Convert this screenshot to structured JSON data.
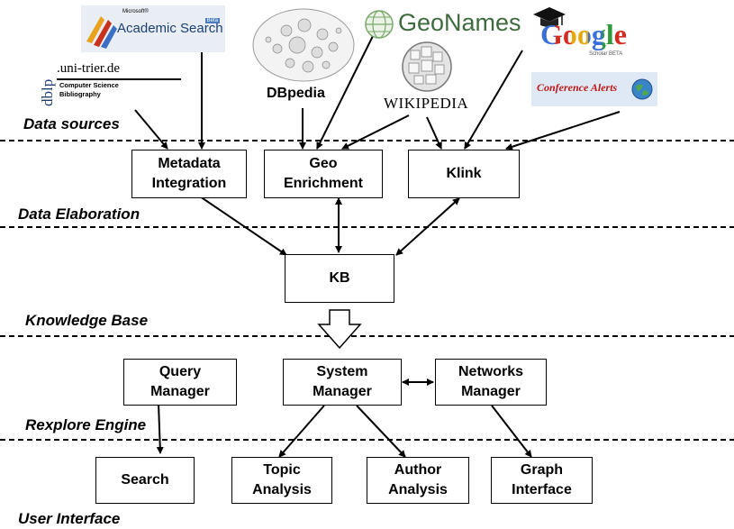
{
  "sources": {
    "microsoft": {
      "small": "Microsoft®",
      "name": "Academic Search",
      "beta": "Beta"
    },
    "dblp": {
      "name": ".uni-trier.de",
      "side": "dblp",
      "subtitle": "Computer Science\nBibliography"
    },
    "dbpedia": {
      "name": "DBpedia"
    },
    "geonames": {
      "name": "GeoNames"
    },
    "wikipedia": {
      "name": "WIKIPEDIA"
    },
    "google": {
      "name": "Google",
      "scholar": "Scholar BETA"
    },
    "conference_alerts": {
      "name": "Conference Alerts"
    }
  },
  "layers": {
    "data_sources": "Data sources",
    "data_elaboration": "Data Elaboration",
    "knowledge_base": "Knowledge Base",
    "rexplore_engine": "Rexplore Engine",
    "user_interface": "User Interface"
  },
  "boxes": {
    "metadata_integration": "Metadata\nIntegration",
    "geo_enrichment": "Geo\nEnrichment",
    "klink": "Klink",
    "kb": "KB",
    "query_manager": "Query\nManager",
    "system_manager": "System\nManager",
    "networks_manager": "Networks\nManager",
    "search": "Search",
    "topic_analysis": "Topic\nAnalysis",
    "author_analysis": "Author\nAnalysis",
    "graph_interface": "Graph\nInterface"
  },
  "colors": {
    "microsoft_blue": "#1d3f73",
    "geonames_green": "#3e6b3e",
    "conference_red": "#c01818",
    "google_blue": "#3b6fd8",
    "google_red": "#d42a1f",
    "google_yellow": "#e8a90c",
    "google_green": "#2f9a3a"
  }
}
